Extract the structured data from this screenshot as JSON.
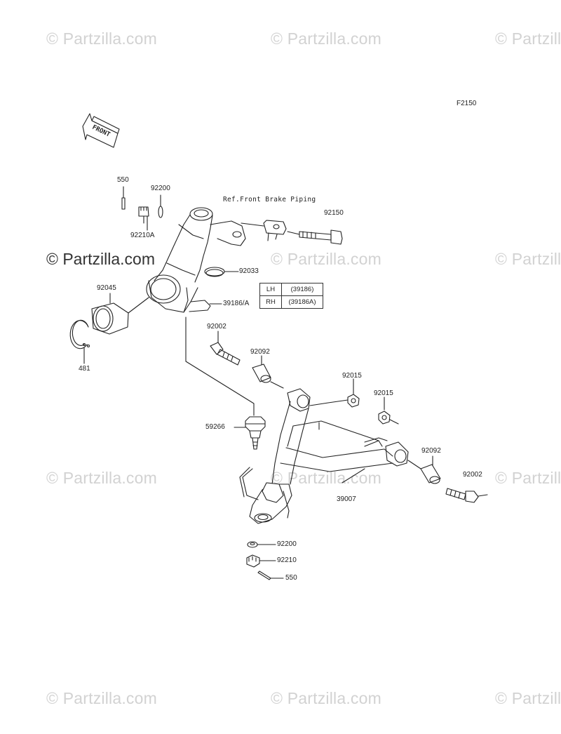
{
  "watermarks": {
    "text": "© Partzilla.com",
    "highlighted": "© Partzilla.com"
  },
  "figure_code": "F2150",
  "front_arrow": "FRONT",
  "reference_note": "Ref.Front Brake Piping",
  "part_labels": {
    "p550_top": "550",
    "p92200_top": "92200",
    "p92210a": "92210A",
    "p92150": "92150",
    "p92033": "92033",
    "p92045": "92045",
    "p39186a": "39186/A",
    "p481": "481",
    "p92002_left": "92002",
    "p92092_left": "92092",
    "p92015_a": "92015",
    "p92015_b": "92015",
    "p59266": "59266",
    "p92092_right": "92092",
    "p92002_right": "92002",
    "p39007": "39007",
    "p92200_bottom": "92200",
    "p92210": "92210",
    "p550_bottom": "550"
  },
  "side_table": [
    {
      "side": "LH",
      "part": "(39186)"
    },
    {
      "side": "RH",
      "part": "(39186A)"
    }
  ],
  "colors": {
    "line": "#222222",
    "watermark": "#d2d2d2"
  }
}
